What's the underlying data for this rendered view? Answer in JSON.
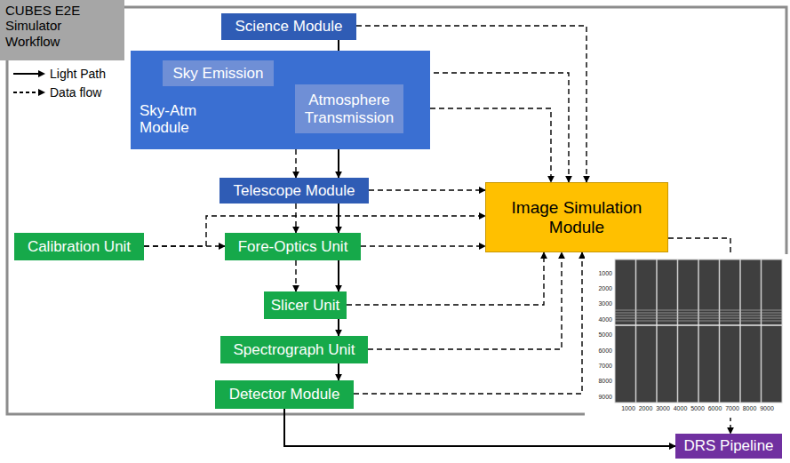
{
  "diagram": {
    "nodes": [
      {
        "text": [
          "CUBES E2E Simulator Workflow"
        ]
      },
      {
        "text": [
          "Science Module"
        ]
      },
      {
        "text": [
          "Sky-Atm Module"
        ]
      },
      {
        "text": [
          "Sky Emission"
        ],
        "in": 2
      },
      {
        "text": [
          "Atmosphere Transmission"
        ],
        "in": 2
      },
      {
        "text": [
          "Telescope Module"
        ]
      },
      {
        "text": [
          "Calibration Unit"
        ]
      },
      {
        "text": [
          "Fore-Optics Unit"
        ]
      },
      {
        "text": [
          "Slicer Unit"
        ]
      },
      {
        "text": [
          "Spectrograph Unit"
        ]
      },
      {
        "text": [
          "Detector Module"
        ]
      },
      {
        "text": [
          "Image Simulation Module"
        ]
      },
      {
        "text": [
          "DRS Pipeline"
        ]
      }
    ],
    "edges": [
      {
        "from": 1,
        "to": 4,
        "arrow": "to"
      },
      {
        "from": 3,
        "to": 4,
        "arrow": "to"
      },
      {
        "from": 4,
        "to": 5,
        "arrow": "to"
      },
      {
        "from": 5,
        "to": 7,
        "arrow": "to"
      },
      {
        "from": 7,
        "to": 8,
        "arrow": "to"
      },
      {
        "from": 8,
        "to": 9,
        "arrow": "to"
      },
      {
        "from": 9,
        "to": 10,
        "arrow": "to"
      },
      {
        "from": 10,
        "to": 12,
        "arrow": "to"
      },
      {
        "from": 1,
        "to": 11,
        "arrow": "to"
      },
      {
        "from": 3,
        "to": 11,
        "arrow": "to"
      },
      {
        "from": 4,
        "to": 11,
        "arrow": "to"
      },
      {
        "from": 2,
        "to": 5,
        "arrow": "to"
      },
      {
        "from": 5,
        "to": 11,
        "arrow": "to"
      },
      {
        "from": 5,
        "to": 7,
        "arrow": "to"
      },
      {
        "from": 6,
        "to": 7,
        "arrow": "to"
      },
      {
        "from": 6,
        "to": 11,
        "arrow": "to"
      },
      {
        "from": 7,
        "to": 11,
        "arrow": "to"
      },
      {
        "from": 7,
        "to": 8,
        "arrow": "to"
      },
      {
        "from": 8,
        "to": 11,
        "arrow": "to"
      },
      {
        "from": 9,
        "to": 11,
        "arrow": "to"
      },
      {
        "from": 10,
        "to": 11,
        "arrow": "to"
      },
      {
        "from": 11,
        "to": 12,
        "arrow": "to"
      }
    ],
    "labels": [
      "1000",
      "2000",
      "3000",
      "4000",
      "5000",
      "6000",
      "7000",
      "8000",
      "9000",
      "1000",
      "2000",
      "3000",
      "4000",
      "5000",
      "6000",
      "7000",
      "8000",
      "9000"
    ],
    "legend": [
      {
        "text": "Light Path"
      },
      {
        "text": "Data flow"
      }
    ]
  }
}
